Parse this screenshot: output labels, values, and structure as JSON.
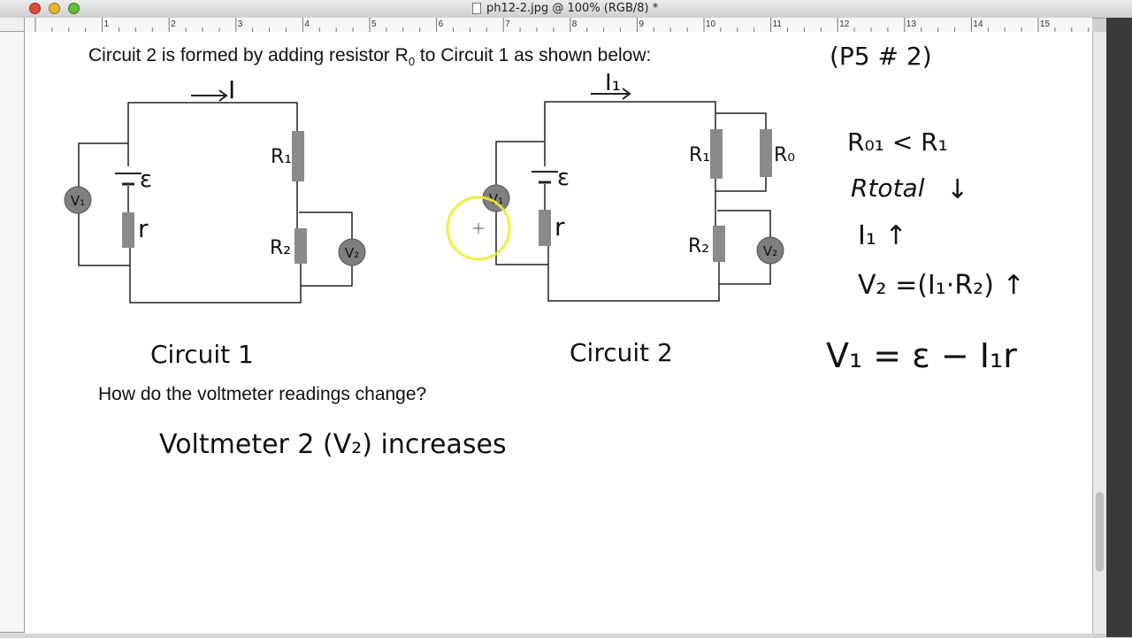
{
  "window": {
    "title": "ph12-2.jpg @ 100% (RGB/8) *"
  },
  "ruler": {
    "top_numbers": [
      "1",
      "2",
      "3",
      "4",
      "5",
      "6",
      "7",
      "8",
      "9",
      "10",
      "11",
      "12",
      "13",
      "14",
      "15"
    ]
  },
  "slide": {
    "intro_text": "Circuit 2 is formed by adding  resistor R",
    "intro_subscript": "0",
    "intro_text_end": "to Circuit 1 as shown below:",
    "reference": "(P5  # 2)",
    "question": "How do the voltmeter readings change?",
    "answer": "Voltmeter 2 (V₂) increases"
  },
  "circuit1": {
    "caption": "Circuit 1",
    "current_label": "I",
    "emf_label": "ε",
    "internal_resistance_label": "r",
    "r1_label": "R₁",
    "r2_label": "R₂",
    "v1_label": "V₁",
    "v2_label": "V₂"
  },
  "circuit2": {
    "caption": "Circuit 2",
    "current_label": "I₁",
    "emf_label": "ε",
    "internal_resistance_label": "r",
    "r1_label": "R₁",
    "r0_label": "R₀",
    "r2_label": "R₂",
    "v1_label": "V₁",
    "v2_label": "V₂"
  },
  "notes": {
    "line1": "R₀₁ < R₁",
    "line2_text": "Rtotal",
    "line2_arrow": "↓",
    "line3": "I₁ ↑",
    "line4": "V₂ =(I₁·R₂) ↑",
    "line5": "V₁ = ε − I₁r"
  },
  "colors": {
    "resistor": "#8a8a8a",
    "meter": "#7f7f7f",
    "highlight_ring": "#f0ee2a",
    "ink": "#111111"
  }
}
